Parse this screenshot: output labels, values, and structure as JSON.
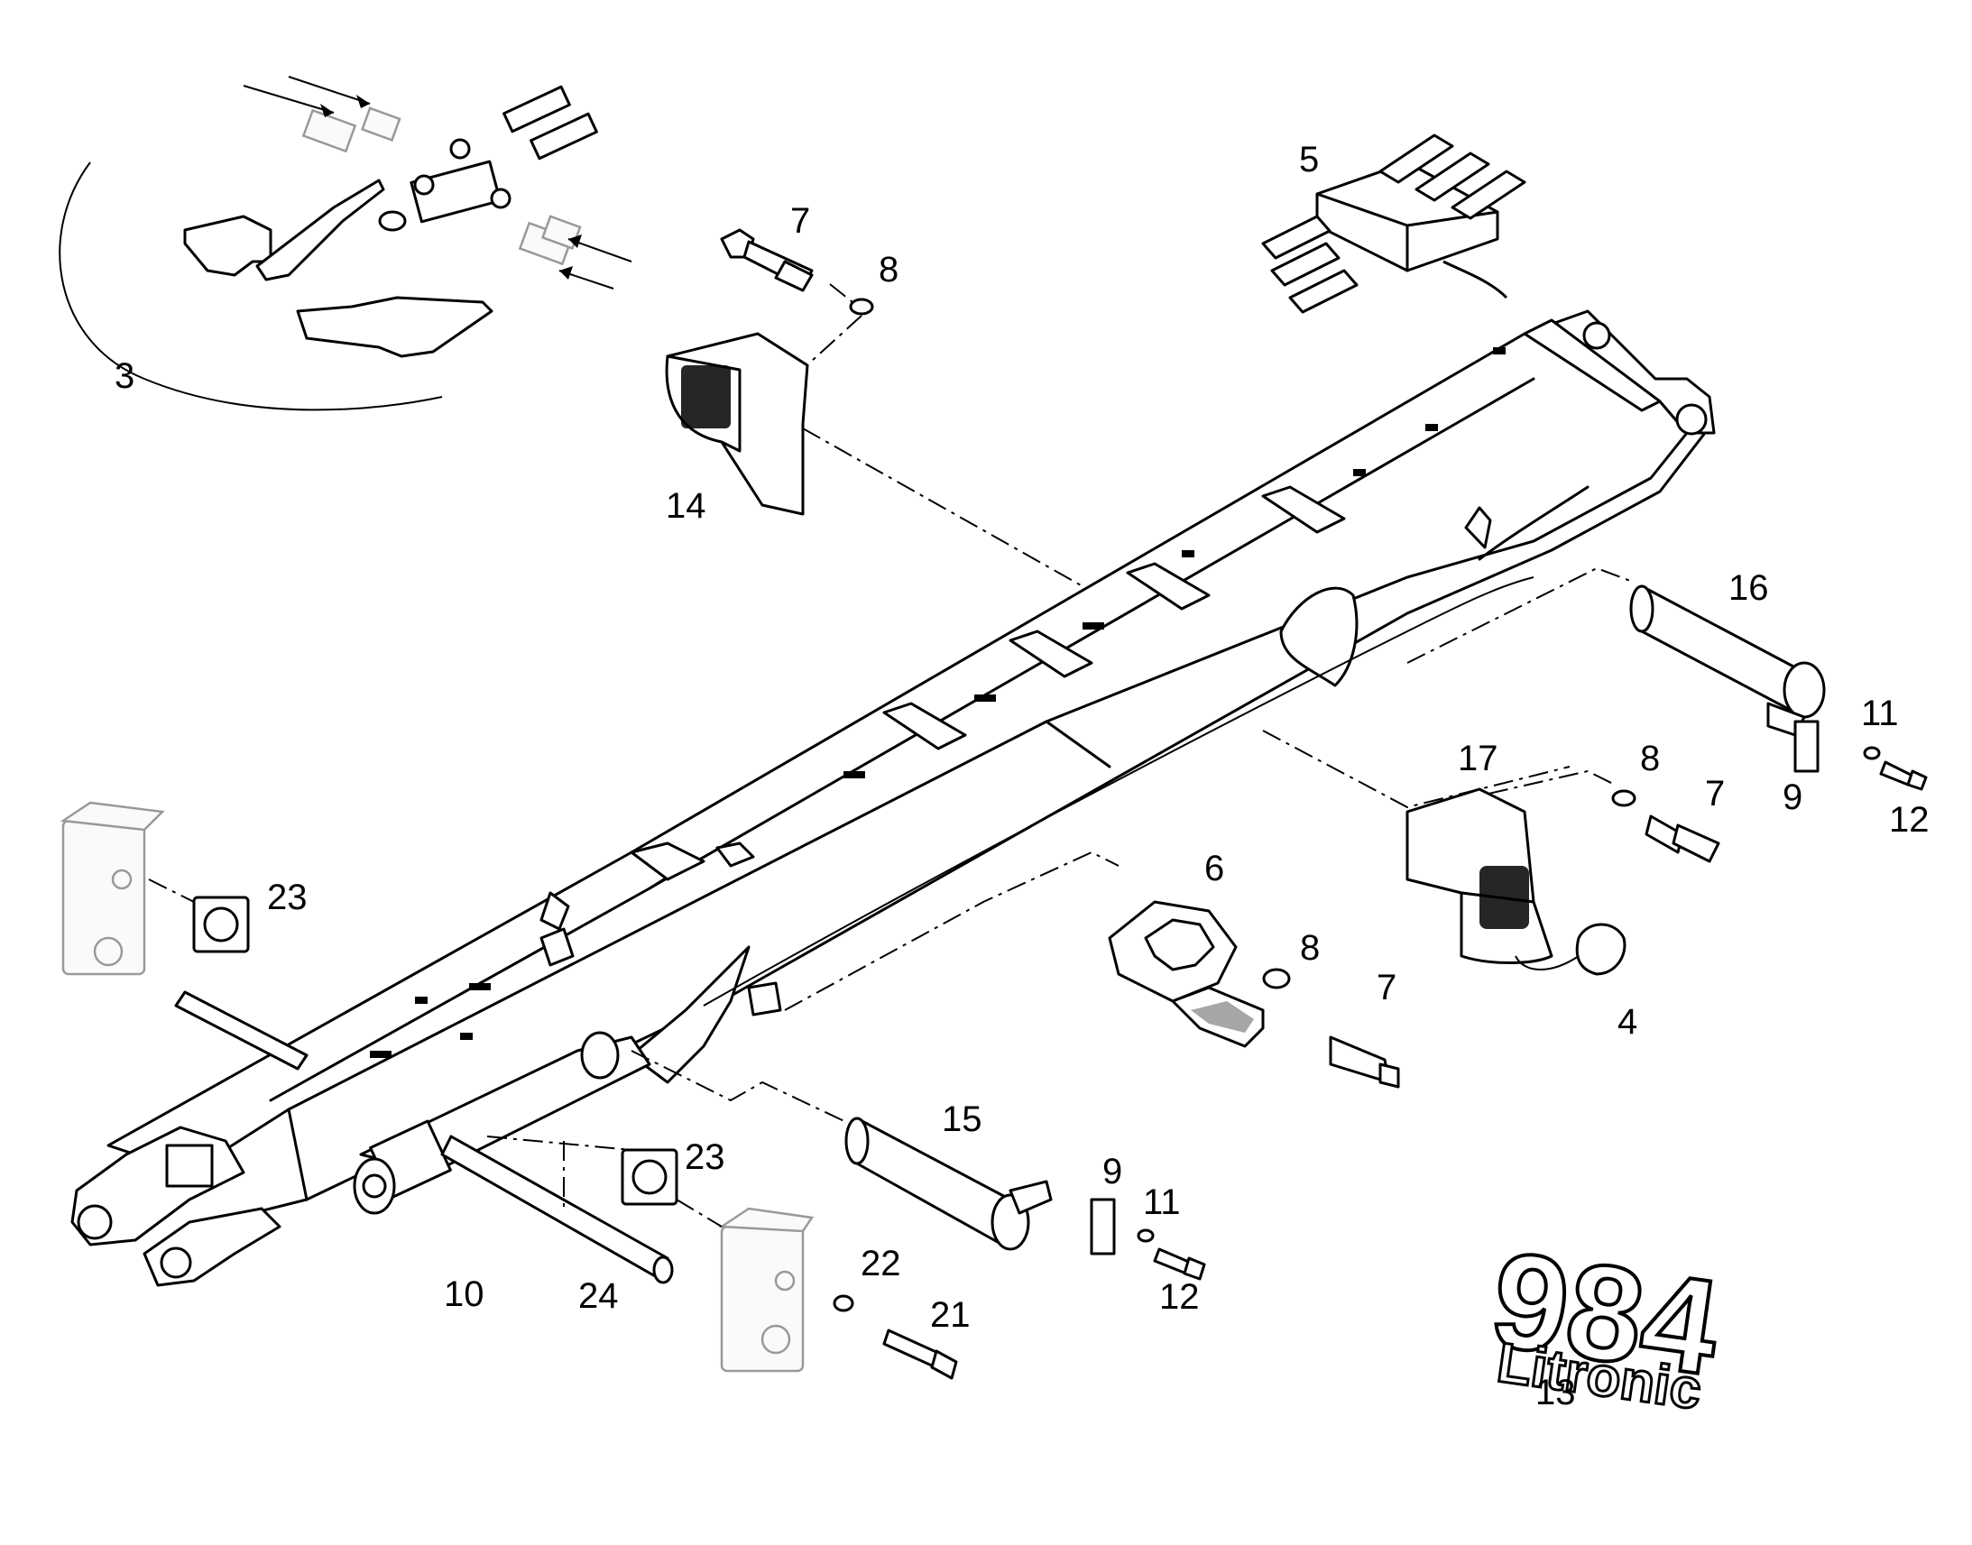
{
  "callouts": {
    "c3": "3",
    "c5": "5",
    "c7a": "7",
    "c8a": "8",
    "c14": "14",
    "c16": "16",
    "c11a": "11",
    "c9a": "9",
    "c12a": "12",
    "c17": "17",
    "c8b": "8",
    "c7b": "7",
    "c23a": "23",
    "c6": "6",
    "c8c": "8",
    "c7c": "7",
    "c4": "4",
    "c15": "15",
    "c23b": "23",
    "c9b": "9",
    "c11b": "11",
    "c12b": "12",
    "c22": "22",
    "c21": "21",
    "c10": "10",
    "c24": "24",
    "c13": "13"
  },
  "logo": {
    "model": "984",
    "brand": "Litronic"
  }
}
